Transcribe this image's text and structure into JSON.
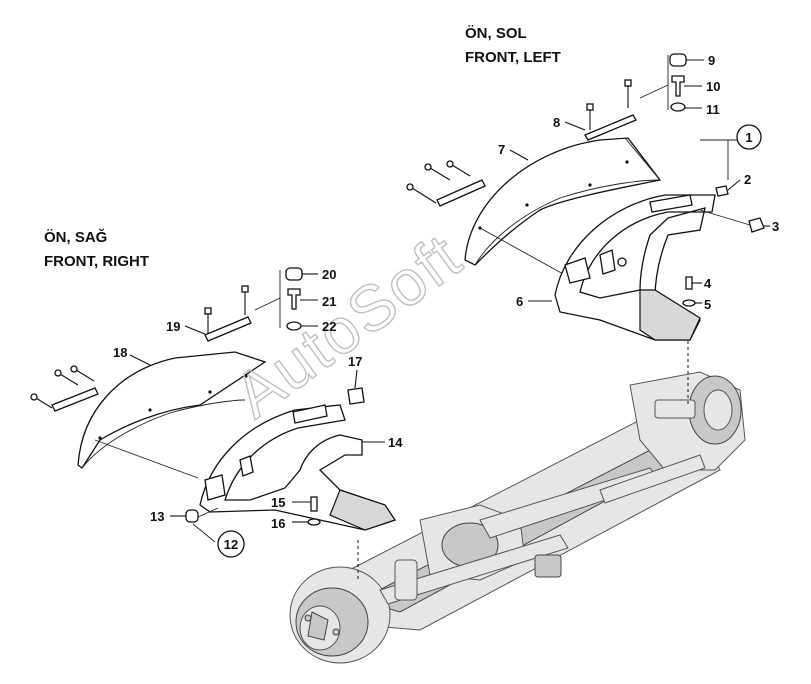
{
  "titles": {
    "left_line1": "ÖN, SOL",
    "left_line2": "FRONT, LEFT",
    "right_line1": "ÖN, SAĞ",
    "right_line2": "FRONT, RIGHT"
  },
  "watermark": "AutoSoft",
  "callouts": [
    "1",
    "2",
    "3",
    "4",
    "5",
    "6",
    "7",
    "8",
    "9",
    "10",
    "11",
    "12",
    "13",
    "14",
    "15",
    "16",
    "17",
    "18",
    "19",
    "20",
    "21",
    "22"
  ]
}
